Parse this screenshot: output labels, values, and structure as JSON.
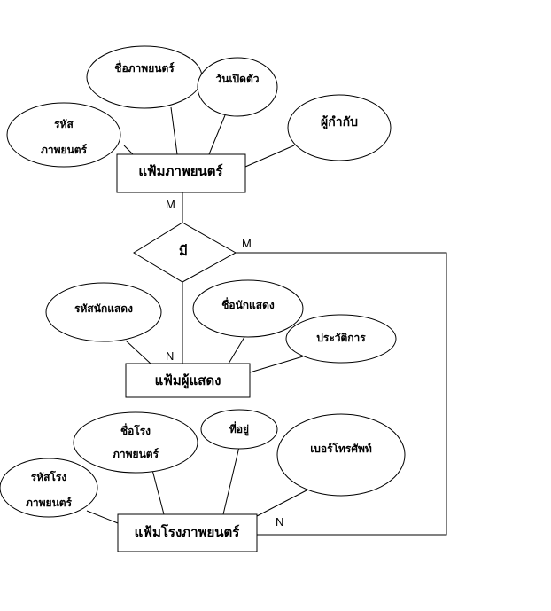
{
  "entities": {
    "movie": "แฟ้มภาพยนตร์",
    "actor": "แฟ้มผู้แสดง",
    "theater": "แฟ้มโรงภาพยนตร์"
  },
  "relationship": "มี",
  "attributes": {
    "movie_id_1": "รหัส",
    "movie_id_2": "ภาพยนตร์",
    "movie_name": "ชื่อภาพยนตร์",
    "release_date": "วันเปิดตัว",
    "director": "ผู้กำกับ",
    "actor_id": "รหัสนักแสดง",
    "actor_name": "ชื่อนักแสดง",
    "biography": "ประวัติการ",
    "theater_id_1": "รหัสโรง",
    "theater_id_2": "ภาพยนตร์",
    "theater_name_1": "ชื่อโรง",
    "theater_name_2": "ภาพยนตร์",
    "address": "ที่อยู่",
    "phone": "เบอร์โทรศัพท์"
  },
  "cardinality": {
    "movie_side": "M",
    "theater_side_top": "M",
    "actor_side": "N",
    "theater_side_bottom": "N"
  }
}
